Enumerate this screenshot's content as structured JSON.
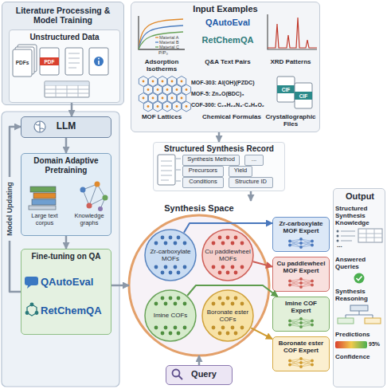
{
  "diagram": {
    "nodes": [
      {
        "text": [
          "Literature Processing & Model Training"
        ]
      },
      {
        "text": [
          "Unstructured Data"
        ],
        "in": 0
      },
      {
        "text": [
          "Input Examples"
        ]
      },
      {
        "text": [
          "Structured Synthesis Record"
        ]
      },
      {
        "text": [
          "Synthesis Method"
        ],
        "in": 3
      },
      {
        "text": [
          "Precursors"
        ],
        "in": 3
      },
      {
        "text": [
          "Yield"
        ],
        "in": 3
      },
      {
        "text": [
          "Conditions"
        ],
        "in": 3
      },
      {
        "text": [
          "Structure ID"
        ],
        "in": 3
      },
      {
        "text": [
          "..."
        ],
        "in": 3
      },
      {
        "text": [
          "LLM"
        ]
      },
      {
        "text": [
          "Domain Adaptive Pretraining",
          "Large text corpus",
          "Knowledge graphs"
        ]
      },
      {
        "text": [
          "Fine-tuning on QA",
          "QAutoEval",
          "RetChemQA"
        ]
      },
      {
        "text": [
          "Synthesis Space"
        ]
      },
      {
        "text": [
          "Zr-carboxylate MOFs"
        ],
        "in": 13
      },
      {
        "text": [
          "Cu paddlewheel MOFs"
        ],
        "in": 13
      },
      {
        "text": [
          "Imine COFs"
        ],
        "in": 13
      },
      {
        "text": [
          "Boronate ester COFs"
        ],
        "in": 13
      },
      {
        "text": [
          "Query"
        ]
      },
      {
        "text": [
          "Zr-carboxylate MOF Expert"
        ]
      },
      {
        "text": [
          "Cu paddlewheel MOF Expert"
        ]
      },
      {
        "text": [
          "Imine COF Expert"
        ]
      },
      {
        "text": [
          "Boronate ester COF Expert"
        ]
      },
      {
        "text": [
          "Output",
          "Structured Synthesis Knowledge",
          "...",
          "Answered Queries",
          "Synthesis Reasoning",
          "Predictions",
          "95%",
          "Confidence"
        ]
      }
    ],
    "edges": [
      {
        "from": 1,
        "to": 10,
        "arrow": "to"
      },
      {
        "from": 10,
        "to": 11,
        "arrow": "to"
      },
      {
        "from": 11,
        "to": 12,
        "arrow": "to"
      },
      {
        "from": 12,
        "to": 10,
        "arrow": "to",
        "label": "Model Updating"
      },
      {
        "from": 2,
        "to": 3,
        "arrow": "to"
      },
      {
        "from": 3,
        "to": 13,
        "arrow": "to"
      },
      {
        "from": 12,
        "to": 13,
        "arrow": "to"
      },
      {
        "from": 18,
        "to": 13,
        "arrow": "to"
      },
      {
        "from": 14,
        "to": 19,
        "arrow": "to"
      },
      {
        "from": 15,
        "to": 20,
        "arrow": "to"
      },
      {
        "from": 16,
        "to": 21,
        "arrow": "to"
      },
      {
        "from": 17,
        "to": 22,
        "arrow": "to"
      }
    ],
    "labels": [
      "PDFs",
      "PDF",
      "QAutoEval",
      "RetChemQA",
      "Material A",
      "Material B",
      "Material C",
      "P/P₀",
      "Adsorption Isotherms",
      "Q&A Text Pairs",
      "XRD Patterns",
      "MOF-303: Al(OH)(PZDC)",
      "MOF-5: Zn₄O(BDC)₃",
      "COF-300: C₂₅H₂₄N₄·C₄H₈O₂",
      "MOF Lattices",
      "Chemical Formulas",
      "CIF",
      "CIF",
      "Crystallographic Files"
    ]
  }
}
